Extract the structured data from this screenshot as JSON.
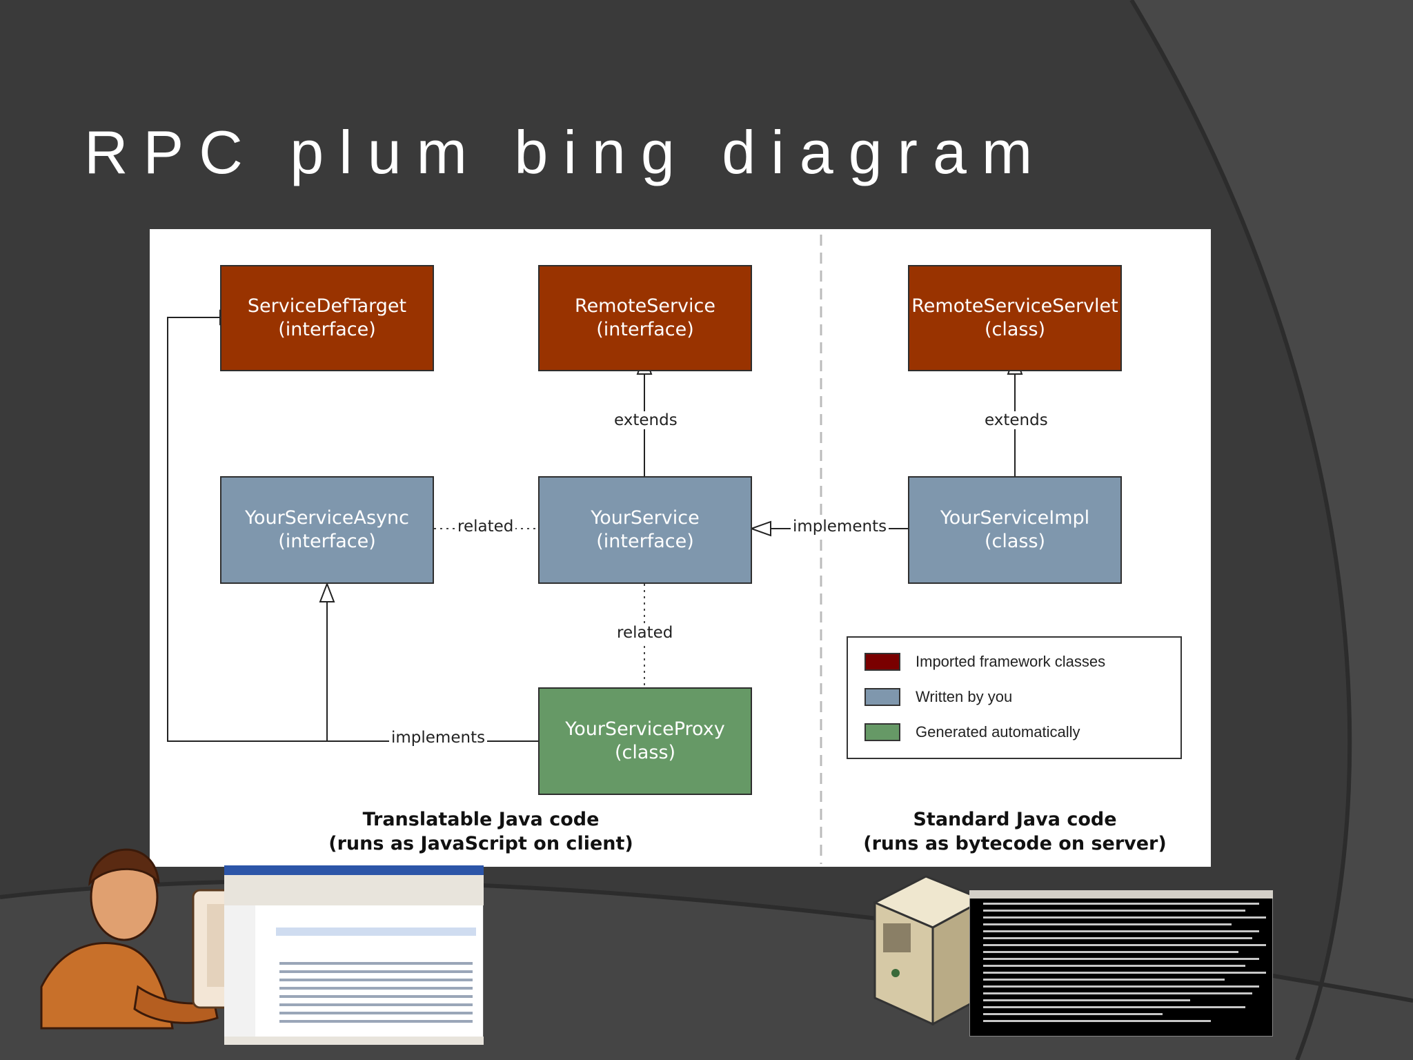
{
  "slide": {
    "title": "RPC plum bing diagram"
  },
  "colors": {
    "imported": "#993300",
    "written_by_you": "#7f97ad",
    "generated": "#669966",
    "slide_background": "#3a3a3a"
  },
  "diagram": {
    "boxes": {
      "service_def_target": {
        "name": "ServiceDefTarget",
        "kind": "(interface)"
      },
      "remote_service": {
        "name": "RemoteService",
        "kind": "(interface)"
      },
      "remote_service_servlet": {
        "name": "RemoteServiceServlet",
        "kind": "(class)"
      },
      "your_service_async": {
        "name": "YourServiceAsync",
        "kind": "(interface)"
      },
      "your_service": {
        "name": "YourService",
        "kind": "(interface)"
      },
      "your_service_impl": {
        "name": "YourServiceImpl",
        "kind": "(class)"
      },
      "your_service_proxy": {
        "name": "YourServiceProxy",
        "kind": "(class)"
      }
    },
    "labels": {
      "extends_left": "extends",
      "extends_right": "extends",
      "related_horizontal": "related",
      "related_vertical": "related",
      "implements_right": "implements",
      "implements_left": "implements"
    },
    "legend": {
      "imported": "Imported framework classes",
      "written": "Written by you",
      "generated": "Generated automatically"
    },
    "captions": {
      "client_line1": "Translatable Java code",
      "client_line2": "(runs as JavaScript on client)",
      "server_line1": "Standard Java code",
      "server_line2": "(runs as bytecode on server)"
    }
  },
  "clipart": {
    "client": [
      "person-at-computer",
      "browser-window-screenshot"
    ],
    "server": [
      "server-tower",
      "terminal-window-screenshot"
    ]
  }
}
